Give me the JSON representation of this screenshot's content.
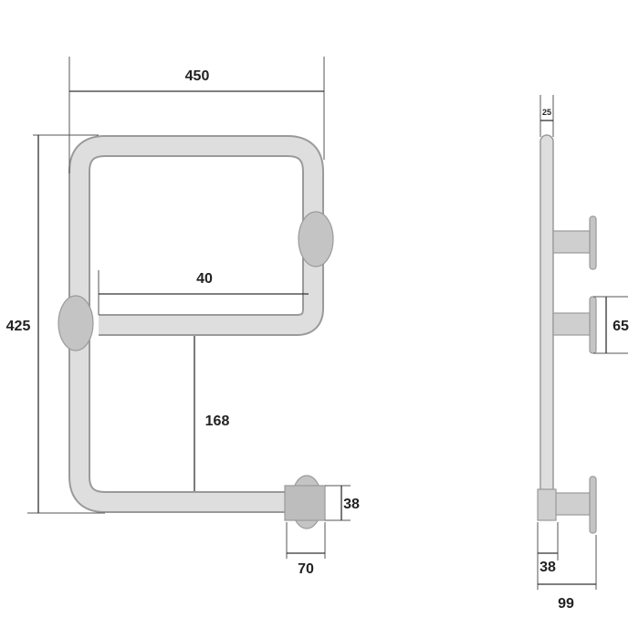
{
  "dimensions": {
    "overall_width": "450",
    "overall_height": "425",
    "top_bar_length": "40",
    "gap_height": "168",
    "outlet_height": "38",
    "outlet_width": "70",
    "side_tube_diameter": "25",
    "side_bracket_depth": "65",
    "side_outlet_width": "38",
    "side_total_depth": "99"
  },
  "colors": {
    "tube_fill": "#dedede",
    "tube_edge": "#9a9a9a",
    "bracket": "#c4c4c4",
    "dimension_line": "#333333"
  }
}
